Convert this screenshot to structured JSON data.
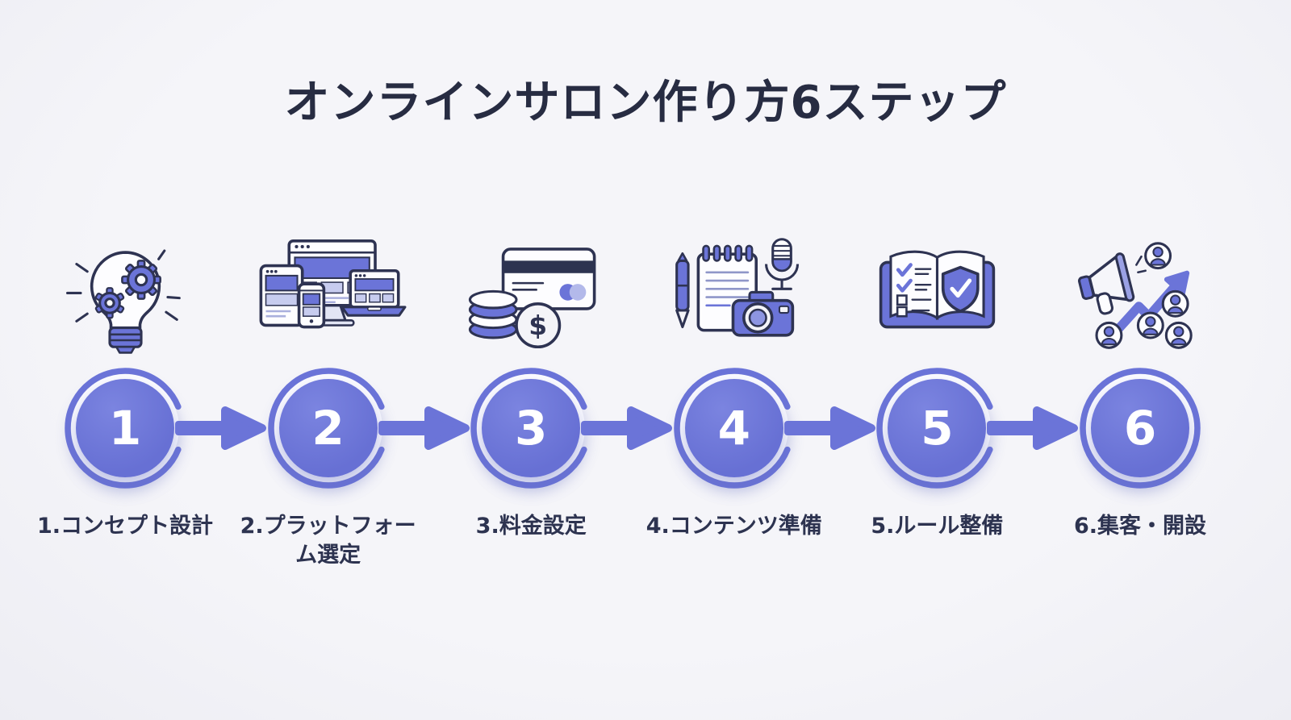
{
  "page": {
    "title": "オンラインサロン作り方6ステップ",
    "background_color": "#f2f2f7"
  },
  "colors": {
    "accent": "#6b74d8",
    "accent_light": "#9aa1e4",
    "accent_pale": "#c7ccef",
    "outline": "#2e3352",
    "title_text": "#272c42",
    "label_text": "#2d3350",
    "number_text": "#ffffff",
    "card_stripe": "#2d3350"
  },
  "steps": [
    {
      "number": "1",
      "label": "1.コンセプト設計",
      "icon": "lightbulb-gears-icon"
    },
    {
      "number": "2",
      "label": "2.プラットフォー\nム選定",
      "icon": "devices-icon"
    },
    {
      "number": "3",
      "label": "3.料金設定",
      "icon": "coins-card-icon"
    },
    {
      "number": "4",
      "label": "4.コンテンツ準備",
      "icon": "notepad-camera-mic-icon"
    },
    {
      "number": "5",
      "label": "5.ルール整備",
      "icon": "rulebook-shield-icon"
    },
    {
      "number": "6",
      "label": "6.集客・開設",
      "icon": "megaphone-growth-users-icon"
    }
  ],
  "connector": {
    "shape": "right-arrow",
    "count": 5
  }
}
